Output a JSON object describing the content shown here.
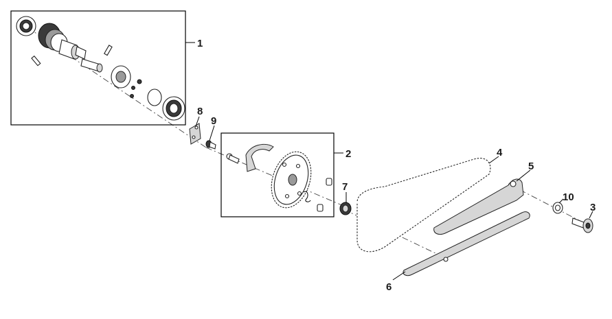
{
  "callouts": [
    {
      "id": "part-1",
      "label": "1"
    },
    {
      "id": "part-2",
      "label": "2"
    },
    {
      "id": "part-3",
      "label": "3"
    },
    {
      "id": "part-4",
      "label": "4"
    },
    {
      "id": "part-5",
      "label": "5"
    },
    {
      "id": "part-6",
      "label": "6"
    },
    {
      "id": "part-7",
      "label": "7"
    },
    {
      "id": "part-8",
      "label": "8"
    },
    {
      "id": "part-9",
      "label": "9"
    },
    {
      "id": "part-10",
      "label": "10"
    }
  ]
}
